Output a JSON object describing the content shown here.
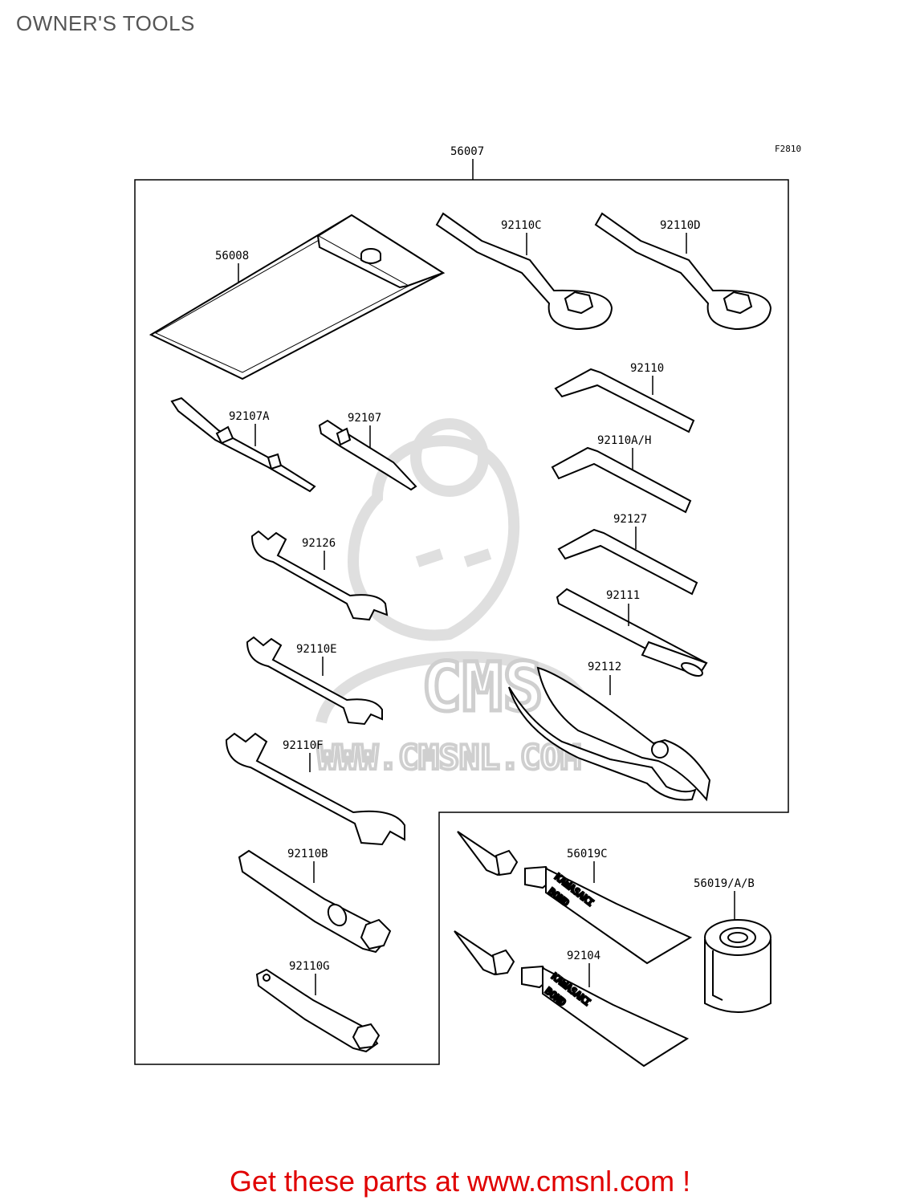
{
  "header": {
    "title": "OWNER'S TOOLS"
  },
  "figure_code": "F2810",
  "parts": [
    {
      "id": "56007"
    },
    {
      "id": "56008"
    },
    {
      "id": "92110C"
    },
    {
      "id": "92110D"
    },
    {
      "id": "92110"
    },
    {
      "id": "92107A"
    },
    {
      "id": "92107"
    },
    {
      "id": "92110A/H"
    },
    {
      "id": "92127"
    },
    {
      "id": "92126"
    },
    {
      "id": "92111"
    },
    {
      "id": "92110E"
    },
    {
      "id": "92112"
    },
    {
      "id": "92110F"
    },
    {
      "id": "92110B"
    },
    {
      "id": "56019C"
    },
    {
      "id": "56019/A/B"
    },
    {
      "id": "92110G"
    },
    {
      "id": "92104"
    }
  ],
  "tube_text": {
    "line1": "KAWASAKI",
    "line2": "BOND"
  },
  "watermark": {
    "brand": "CMS",
    "url": "WWW.CMSNL.COM"
  },
  "footer": {
    "promo": "Get these parts at www.cmsnl.com !"
  },
  "colors": {
    "line": "#000000",
    "watermark": "#dcdcdc",
    "promo": "#e00000",
    "title": "#555555"
  }
}
